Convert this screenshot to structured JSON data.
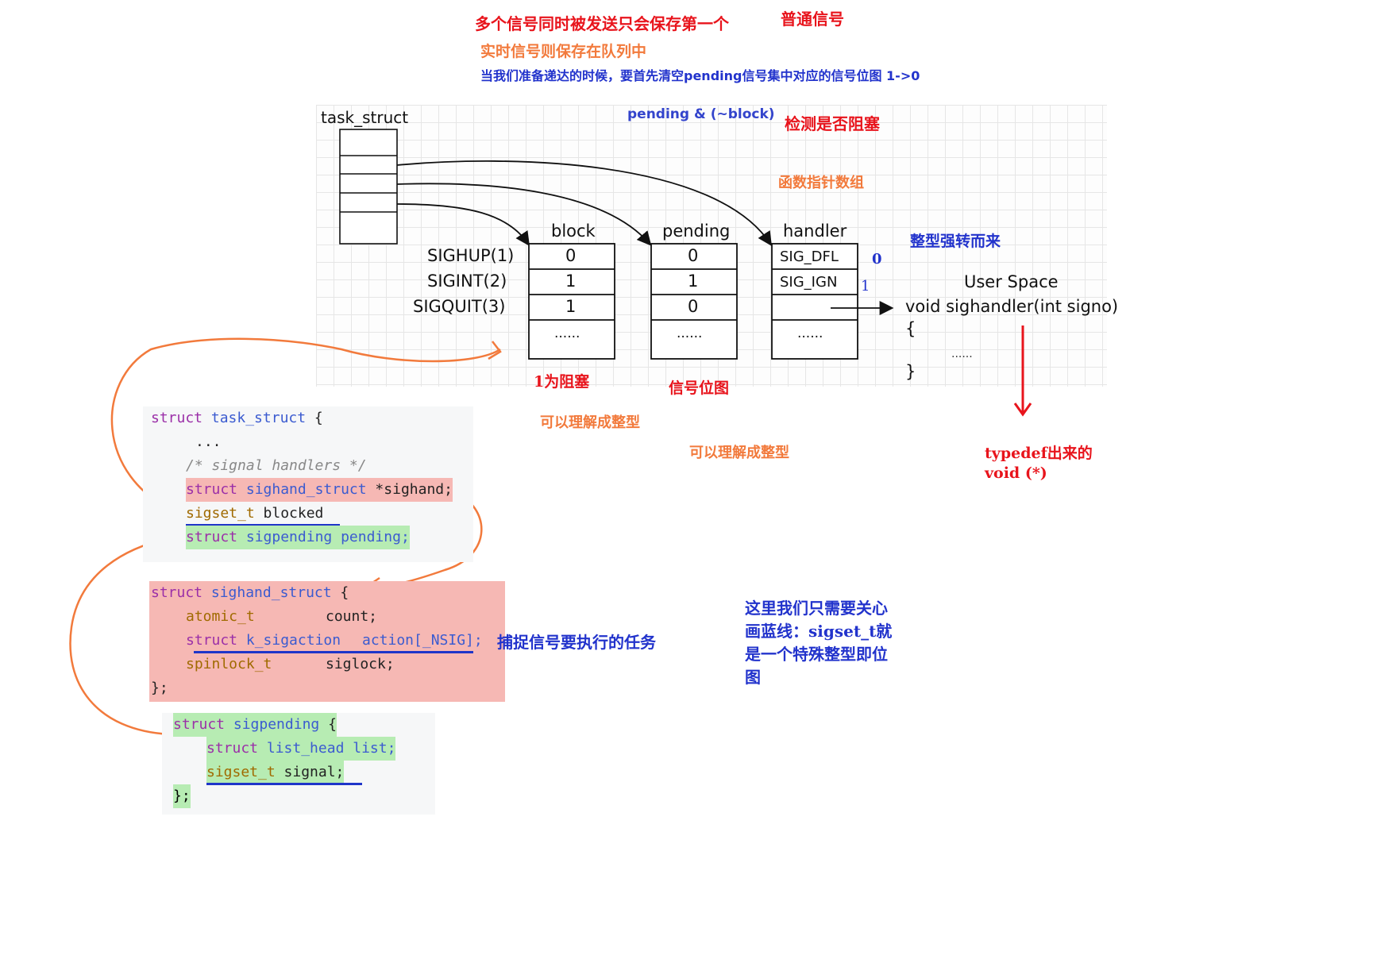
{
  "notes": {
    "top_red_1": "多个信号同时被发送只会保存第一个",
    "top_red_2": "普通信号",
    "top_orange": "实时信号则保存在队列中",
    "top_blue": "当我们准备递达的时候，要首先清空pending信号集中对应的信号位图 1->0",
    "pending_mask": "pending & (~block)",
    "check_block": "检测是否阻塞",
    "func_ptr_array": "函数指针数组",
    "int_cast": "整型强转而来",
    "one_is_block": "1为阻塞",
    "signal_bitmap": "信号位图",
    "understand_int_1": "可以理解成整型",
    "understand_int_2": "可以理解成整型",
    "typedef_1": "typedef出来的",
    "typedef_2": "void (*)",
    "catch_task": "捕捉信号要执行的任务",
    "blue_comment_1": "这里我们只需要关心",
    "blue_comment_2": "画蓝线：sigset_t就",
    "blue_comment_3": "是一个特殊整型即位",
    "blue_comment_4": "图",
    "handler_index_0": "0",
    "handler_index_1": "1"
  },
  "diagram": {
    "task_struct_label": "task_struct",
    "col_block": "block",
    "col_pending": "pending",
    "col_handler": "handler",
    "signals": [
      "SIGHUP(1)",
      "SIGINT(2)",
      "SIGQUIT(3)"
    ],
    "block_values": [
      "0",
      "1",
      "1",
      "......"
    ],
    "pending_values": [
      "0",
      "1",
      "0",
      "......"
    ],
    "handler_values": [
      "SIG_DFL",
      "SIG_IGN",
      "",
      "......"
    ],
    "user_space": "User Space",
    "handler_sig": "void sighandler(int signo)",
    "brace_open": "{",
    "brace_body": "......",
    "brace_close": "}"
  },
  "code": {
    "task_struct": {
      "l1_kw": "struct",
      "l1_ty": "task_struct",
      "l1_pl": " {",
      "l2": "...",
      "l3": "/* signal handlers */",
      "l4_kw": "struct",
      "l4_ty": "sighand_struct",
      "l4_pl": " *sighand;",
      "l5_tp": "sigset_t",
      "l5_pl": " blocked",
      "l6_kw": "struct",
      "l6_ty": "sigpending",
      "l6_pl": " pending;"
    },
    "sighand_struct": {
      "l1_kw": "struct",
      "l1_ty": "sighand_struct",
      "l1_pl": " {",
      "l2_tp": "atomic_t",
      "l2_pl": "count;",
      "l3_kw": "struct",
      "l3_ty": "k_sigaction",
      "l3_pl": "action[_NSIG];",
      "l4_tp": "spinlock_t",
      "l4_pl": "siglock;",
      "l5": "};"
    },
    "sigpending": {
      "l1_kw": "struct",
      "l1_ty": "sigpending",
      "l1_pl": " {",
      "l2_kw": "struct",
      "l2_ty": "list_head",
      "l2_pl": " list;",
      "l3_tp": "sigset_t",
      "l3_pl": " signal;",
      "l4": "};"
    }
  },
  "colors": {
    "red": "#e8141c",
    "orange": "#f27a3c",
    "blue": "#2233cc",
    "hl_red": "#f6b8b4",
    "hl_green": "#b7ecb3"
  }
}
